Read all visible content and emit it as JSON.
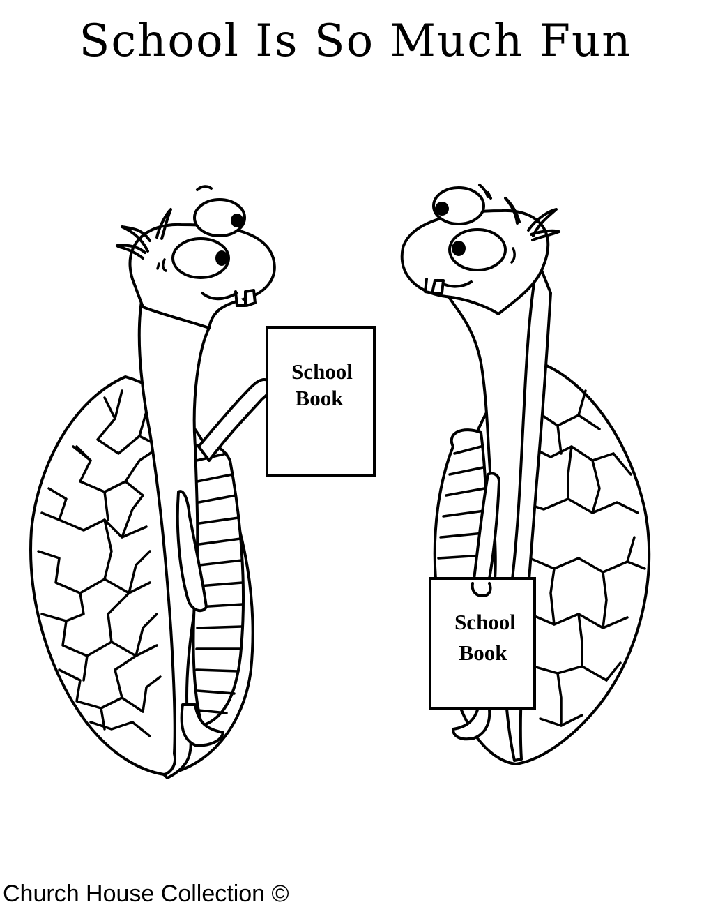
{
  "title": "School Is So Much Fun",
  "left_turtle": {
    "book_line1": "School",
    "book_line2": "Book"
  },
  "right_turtle": {
    "book_line1": "School",
    "book_line2": "Book"
  },
  "footer": {
    "credit": "Church House Collection ©"
  },
  "colors": {
    "ink": "#000000",
    "paper": "#ffffff"
  }
}
